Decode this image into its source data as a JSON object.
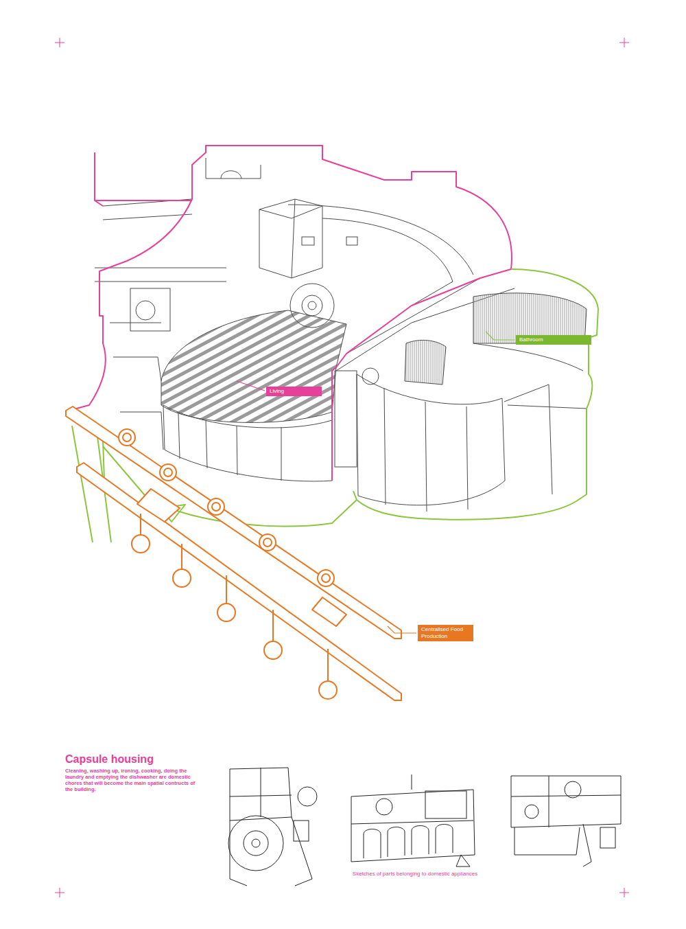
{
  "diagram": {
    "title": "Capsule housing",
    "caption": "Sketches of parts belonging to domestic appliances",
    "nodes": [
      {
        "text": [
          "Bathroom"
        ]
      },
      {
        "text": [
          "Living"
        ]
      },
      {
        "text": [
          "Centralised Food Production"
        ]
      }
    ],
    "labels": [
      "Cleaning, washing up, ironing, cooking, doing the laundry and emptying the dishwasher are domestic chores that will become the main spatial contructs of the building."
    ]
  }
}
